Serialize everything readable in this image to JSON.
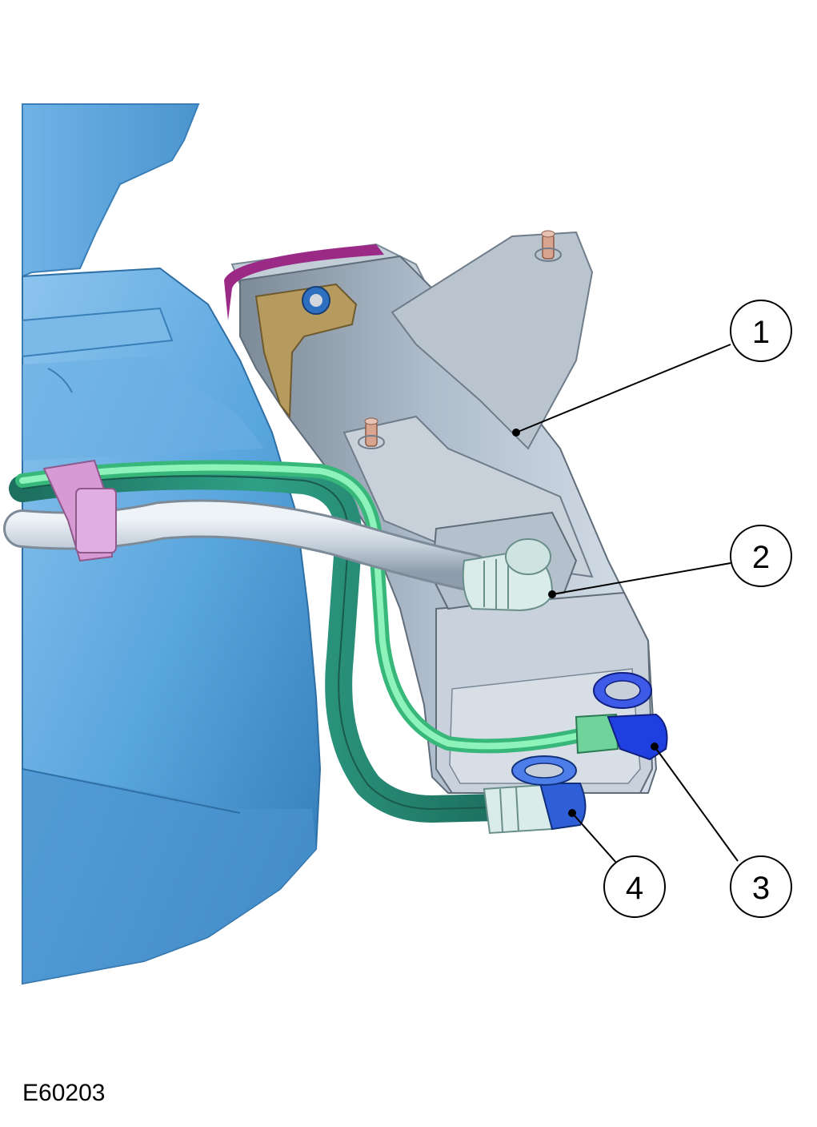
{
  "figure": {
    "id": "E60203"
  },
  "callouts": [
    {
      "number": "1",
      "part": "evap-canister"
    },
    {
      "number": "2",
      "part": "vapor-tube-connector"
    },
    {
      "number": "3",
      "part": "fresh-air-hose-connector"
    },
    {
      "number": "4",
      "part": "canister-purge-connector"
    }
  ],
  "colors": {
    "fuel_tank": "#5aa6de",
    "canister": "#a6b4c3",
    "mount_bracket": "#b69a5e",
    "tube_grey": "#c9d3dd",
    "hose_green": "#2c8f7a",
    "hose_light_green": "#7fe0a8",
    "connector_blue": "#1f3fe0",
    "clip_pink": "#d79ad4",
    "gasket_magenta": "#9b2a87"
  }
}
